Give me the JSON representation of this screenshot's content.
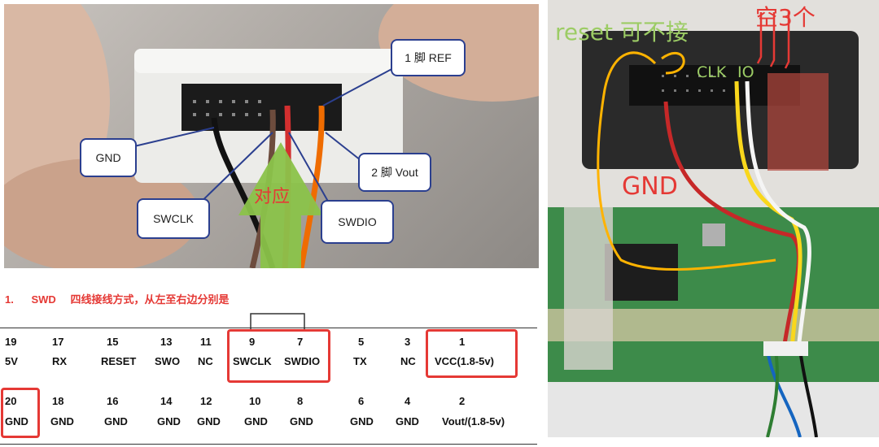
{
  "left_callouts": {
    "pin1": "1 脚 REF",
    "pin2": "2 脚 Vout",
    "gnd": "GND",
    "swclk": "SWCLK",
    "swdio": "SWDIO",
    "arrow_text": "对应"
  },
  "section_heading": {
    "number": "1.",
    "swd": "SWD",
    "desc": "四线接线方式，从左至右边分别是"
  },
  "pin_table": {
    "top_numbers": [
      "19",
      "17",
      "15",
      "13",
      "11",
      "9",
      "7",
      "5",
      "3",
      "1"
    ],
    "top_labels": [
      "5V",
      "RX",
      "RESET",
      "SWO",
      "NC",
      "SWCLK",
      "SWDIO",
      "TX",
      "NC",
      "VCC(1.8-5v)"
    ],
    "bottom_numbers": [
      "20",
      "18",
      "16",
      "14",
      "12",
      "10",
      "8",
      "6",
      "4",
      "2"
    ],
    "bottom_labels": [
      "GND",
      "GND",
      "GND",
      "GND",
      "GND",
      "GND",
      "GND",
      "GND",
      "GND",
      "Vout/(1.8-5v)"
    ]
  },
  "right_annotations": {
    "reset": "reset 可不接",
    "empty": "空3个",
    "clk": "CLK",
    "io": "IO",
    "gnd": "GND"
  },
  "colors": {
    "callout_border": "#2b3f8f",
    "highlight": "#e53935",
    "arrow": "#8bc34a",
    "annotation_green": "#9ccc65",
    "annotation_red": "#e53935",
    "annotation_yellow": "#ffb300"
  }
}
